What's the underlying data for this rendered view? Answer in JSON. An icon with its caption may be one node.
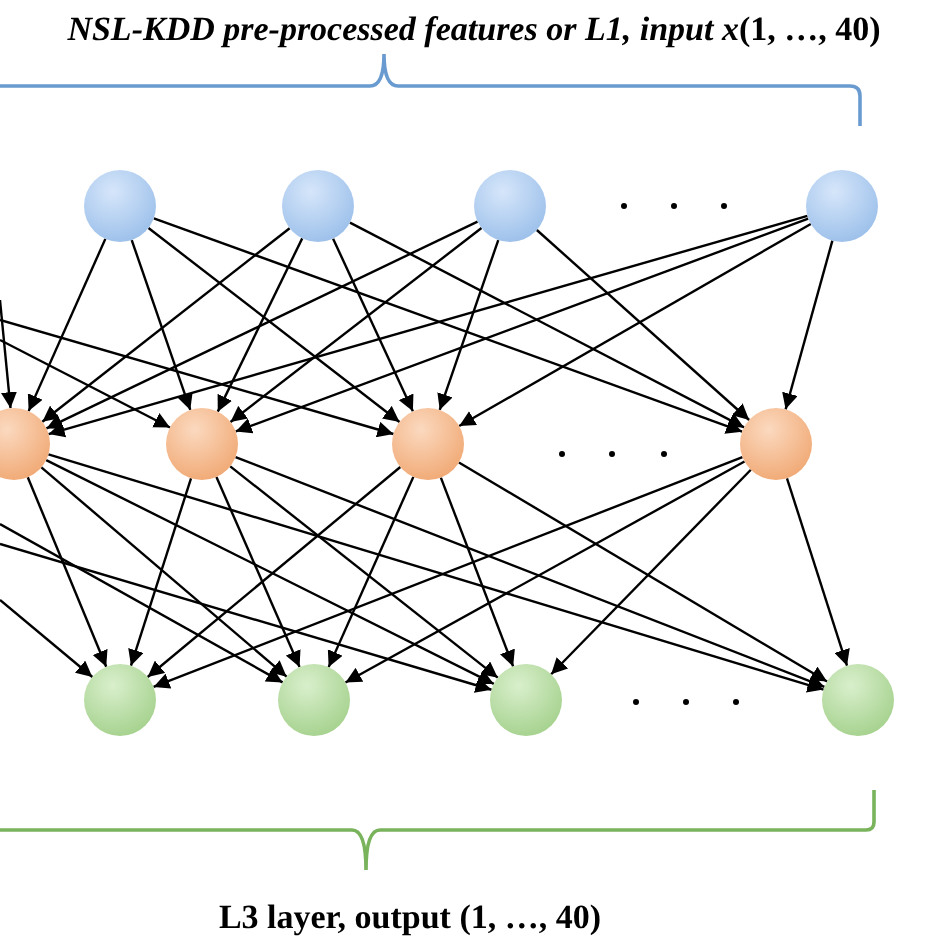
{
  "diagram": {
    "nodes": [
      {
        "text": [],
        "shape": "circle"
      },
      {
        "text": [],
        "shape": "circle"
      },
      {
        "text": [],
        "shape": "circle"
      },
      {
        "text": [],
        "shape": "circle"
      },
      {
        "text": [],
        "shape": "circle"
      },
      {
        "text": [],
        "shape": "circle"
      },
      {
        "text": [],
        "shape": "circle"
      },
      {
        "text": [],
        "shape": "circle"
      },
      {
        "text": [],
        "shape": "circle"
      },
      {
        "text": [],
        "shape": "circle"
      },
      {
        "text": [],
        "shape": "circle"
      },
      {
        "text": [],
        "shape": "circle"
      }
    ],
    "edges": [
      {
        "from": 0,
        "to": 4,
        "arrow": "to"
      },
      {
        "from": 0,
        "to": 5,
        "arrow": "to"
      },
      {
        "from": 0,
        "to": 6,
        "arrow": "to"
      },
      {
        "from": 0,
        "to": 7,
        "arrow": "to"
      },
      {
        "from": 1,
        "to": 4,
        "arrow": "to"
      },
      {
        "from": 1,
        "to": 5,
        "arrow": "to"
      },
      {
        "from": 1,
        "to": 6,
        "arrow": "to"
      },
      {
        "from": 1,
        "to": 7,
        "arrow": "to"
      },
      {
        "from": 2,
        "to": 4,
        "arrow": "to"
      },
      {
        "from": 2,
        "to": 5,
        "arrow": "to"
      },
      {
        "from": 2,
        "to": 6,
        "arrow": "to"
      },
      {
        "from": 2,
        "to": 7,
        "arrow": "to"
      },
      {
        "from": 3,
        "to": 4,
        "arrow": "to"
      },
      {
        "from": 3,
        "to": 5,
        "arrow": "to"
      },
      {
        "from": 3,
        "to": 6,
        "arrow": "to"
      },
      {
        "from": 3,
        "to": 7,
        "arrow": "to"
      },
      {
        "from": 4,
        "to": 8,
        "arrow": "to"
      },
      {
        "from": 4,
        "to": 9,
        "arrow": "to"
      },
      {
        "from": 4,
        "to": 10,
        "arrow": "to"
      },
      {
        "from": 4,
        "to": 11,
        "arrow": "to"
      },
      {
        "from": 5,
        "to": 8,
        "arrow": "to"
      },
      {
        "from": 5,
        "to": 9,
        "arrow": "to"
      },
      {
        "from": 5,
        "to": 10,
        "arrow": "to"
      },
      {
        "from": 5,
        "to": 11,
        "arrow": "to"
      },
      {
        "from": 6,
        "to": 8,
        "arrow": "to"
      },
      {
        "from": 6,
        "to": 9,
        "arrow": "to"
      },
      {
        "from": 6,
        "to": 10,
        "arrow": "to"
      },
      {
        "from": 6,
        "to": 11,
        "arrow": "to"
      },
      {
        "from": 7,
        "to": 8,
        "arrow": "to"
      },
      {
        "from": 7,
        "to": 9,
        "arrow": "to"
      },
      {
        "from": 7,
        "to": 10,
        "arrow": "to"
      },
      {
        "from": 7,
        "to": 11,
        "arrow": "to"
      },
      {
        "from": null,
        "to": 4,
        "arrow": "to"
      },
      {
        "from": null,
        "to": 5,
        "arrow": "to"
      },
      {
        "from": null,
        "to": 6,
        "arrow": "to"
      },
      {
        "from": null,
        "to": 8,
        "arrow": "to"
      },
      {
        "from": null,
        "to": 9,
        "arrow": "to"
      },
      {
        "from": null,
        "to": 10,
        "arrow": "to"
      }
    ],
    "labels": [
      "*NSL-KDD pre-processed features or L1, input x*(1, …, 40)",
      "L3 layer, output (1, …, 40)"
    ]
  }
}
